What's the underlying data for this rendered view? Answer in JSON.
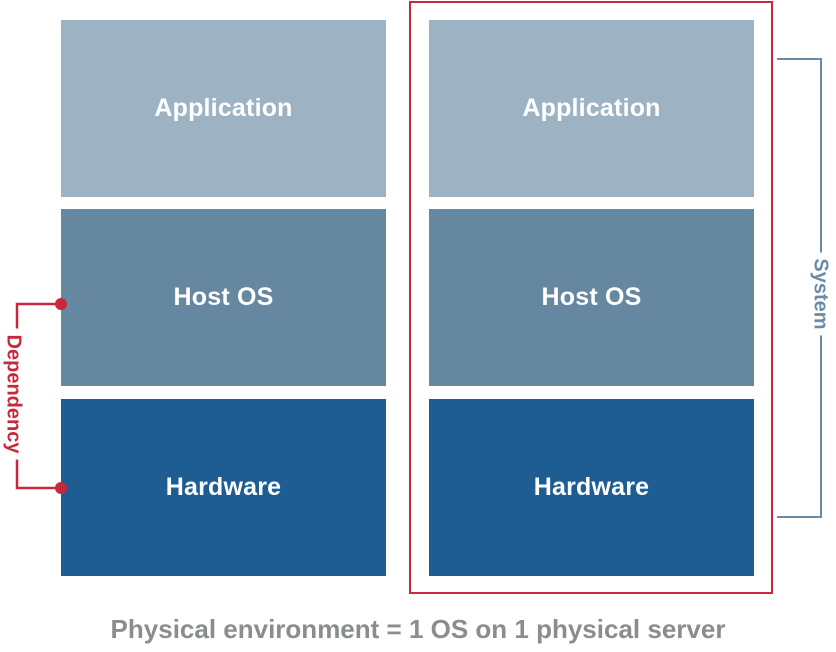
{
  "colors": {
    "application": "#9db3c3",
    "host_os": "#6687a0",
    "hardware": "#1d5d94",
    "dependency": "#c8283c",
    "system_bracket": "#6a8aa6",
    "caption": "#8a8d90"
  },
  "left_stack": {
    "application": "Application",
    "host_os": "Host OS",
    "hardware": "Hardware"
  },
  "right_stack": {
    "application": "Application",
    "host_os": "Host OS",
    "hardware": "Hardware"
  },
  "dependency_label": "Dependency",
  "system_label": "System",
  "caption": "Physical environment = 1 OS on 1 physical server"
}
